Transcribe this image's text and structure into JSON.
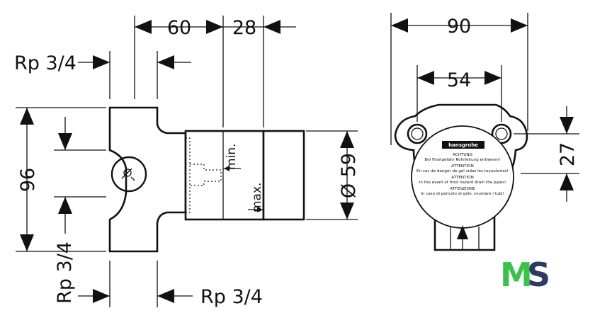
{
  "dimensions": {
    "d60": "60",
    "d28": "28",
    "d90": "90",
    "d54": "54",
    "d96": "96",
    "d27": "27",
    "d59": "Ø 59",
    "rp_top": "Rp 3/4",
    "rp_left": "Rp 3/4",
    "rp_bottom": "Rp 3/4",
    "min": "min.",
    "max": "max."
  },
  "label": {
    "brand": "hansgrohe",
    "lines": [
      "ACHTUNG",
      "Bei Frostgefahr Rohrleitung entleeren!",
      "ATTENTION",
      "En cas de danger de gel videz les tuyauteries!",
      "ATTENTION",
      "In the event of frost hazard drain the pipes!",
      "ATTENZIONE",
      "In caso di pericolo di gelo, svuotare i tubi!"
    ]
  },
  "logo": {
    "m": "M",
    "s": "S",
    "m_color": "#3cc24a",
    "s_color": "#2f3a63"
  }
}
